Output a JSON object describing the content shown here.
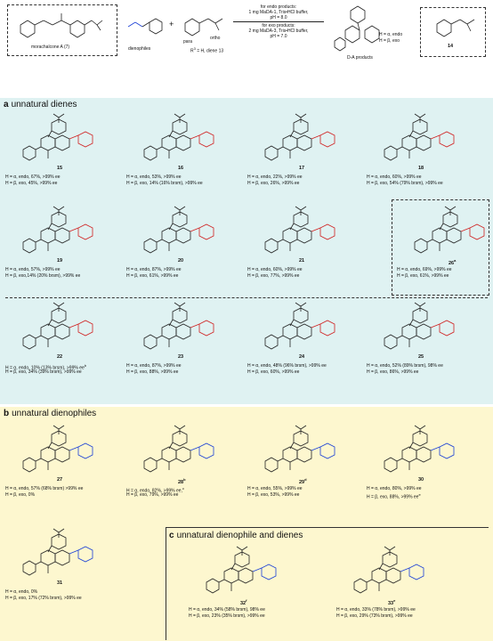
{
  "header": {
    "box1_label": "morachalcone A (7)",
    "dienophiles_label": "dienophiles",
    "ortho_label": "ortho",
    "para_label": "para",
    "diene_label": "R",
    "diene_label_sup": "3",
    "diene_label_rest": " = H, diene 13",
    "plus": "+",
    "cond_l1": "for endo products:",
    "cond_l2": "1 mg MaDA-1, Tris•HCl buffer,",
    "cond_l3": "pH = 8.0",
    "cond_l4": "for exo products:",
    "cond_l5": "2 mg MaDA-3, Tris•HCl buffer,",
    "cond_l6": "pH = 7.0",
    "prod_label": "D-A products",
    "h_endo": "H = α, endo",
    "h_exo": "H = β, exo",
    "cpd14": "14"
  },
  "sections": {
    "a": {
      "letter": "a",
      "title": "unnatural dienes"
    },
    "b": {
      "letter": "b",
      "title": "unnatural dienophiles"
    },
    "c": {
      "letter": "c",
      "title": "unnatural dienophile and dienes"
    }
  },
  "compounds": [
    {
      "id": "15",
      "l1": "H = α, endo, 67%, >99% ee",
      "l2": "H = β, exo,  45%, >99% ee"
    },
    {
      "id": "16",
      "l1": "H = α, endo, 53%, >99% ee",
      "l2": "H = β, exo, 14% (16% brsm), >99% ee"
    },
    {
      "id": "17",
      "l1": "H = α, endo, 22%, >99% ee",
      "l2": "H = β, exo, 26%, >99% ee"
    },
    {
      "id": "18",
      "l1": "H = α, endo, 60%, >99% ee",
      "l2": "H = β, exo, 54% (79% brsm), >99% ee"
    },
    {
      "id": "19",
      "l1": "H = α, endo, 57%, >99% ee",
      "l2": "H = β, exo,14% (20% brsm), >99% ee"
    },
    {
      "id": "20",
      "l1": "H = α, endo, 87%, >99% ee",
      "l2": "H = β, exo, 61%, >99% ee"
    },
    {
      "id": "21",
      "l1": "H = α, endo, 60%, >99% ee",
      "l2": "H = β, exo, 77%, >99% ee"
    },
    {
      "id": "26",
      "sup": "a",
      "l1": "H = α, endo, 69%, >99% ee",
      "l2": "H = β, exo, 61%, >99% ee"
    },
    {
      "id": "22",
      "l1": "H = α, endo, 10% (13% brsm), >99% ee",
      "l1sup": "b",
      "l2": "H = β, exo, 34% (39% brsm), >99% ee"
    },
    {
      "id": "23",
      "l1": "H = α, endo, 87%, >99% ee",
      "l2": "H = β, exo, 88%, >99% ee"
    },
    {
      "id": "24",
      "l1": "H = α, endo, 48% (96% brsm), >99% ee",
      "l2": "H = β, exo, 60%, >99% ee"
    },
    {
      "id": "25",
      "l1": "H = α, endo, 52% (89% brsm), 98% ee",
      "l2": "H = β, exo, 86%, >99% ee"
    },
    {
      "id": "27",
      "l1": "H = α, endo, 57% (68% brsm) >99% ee",
      "l2": "H = β, exo, 0%"
    },
    {
      "id": "28",
      "sup": "b",
      "l1": "H = α, endo, 82%, >99% ee,",
      "l1sup": "c",
      "l2": "H = β, exo, 79%, >99% ee"
    },
    {
      "id": "29",
      "sup": "d",
      "l1": "H = α, endo, 55%, >99% ee",
      "l2": "H = β, exo, 53%, >99% ee"
    },
    {
      "id": "30",
      "l1": "H = α, endo, 80%, >99% ee",
      "l2": "H = β, exo, 88%, >99% ee",
      "l2sup": "e"
    },
    {
      "id": "31",
      "l1": "H = α, endo, 0%",
      "l2": "H = β, exo, 17% (72% brsm), >99% ee"
    },
    {
      "id": "32",
      "sup": "f",
      "l1": "H = α, endo, 34% (58% brsm), 98% ee",
      "l2": "H = β, exo, 23% (35% brsm), >99% ee"
    },
    {
      "id": "33",
      "sup": "e",
      "l1": "H = α, endo, 33% (78% brsm), >99% ee",
      "l2": "H = β, exo, 29% (73% brsm), >99% ee"
    }
  ],
  "colors": {
    "panel_a": "#dff2f2",
    "panel_b": "#fdf7cf",
    "red": "#d02020",
    "blue": "#1a3fd6"
  }
}
